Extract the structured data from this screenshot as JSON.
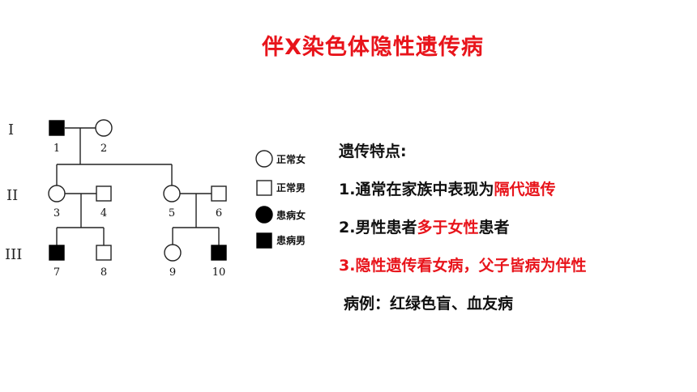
{
  "title": "伴X染色体隐性遗传病",
  "colors": {
    "accent_red": "#e8141b",
    "text": "#111111"
  },
  "pedigree": {
    "generations": [
      "I",
      "II",
      "III"
    ],
    "individuals": [
      {
        "id": "1",
        "sex": "male",
        "affected": true
      },
      {
        "id": "2",
        "sex": "female",
        "affected": false
      },
      {
        "id": "3",
        "sex": "female",
        "affected": false
      },
      {
        "id": "4",
        "sex": "male",
        "affected": false
      },
      {
        "id": "5",
        "sex": "female",
        "affected": false
      },
      {
        "id": "6",
        "sex": "male",
        "affected": false
      },
      {
        "id": "7",
        "sex": "male",
        "affected": true
      },
      {
        "id": "8",
        "sex": "male",
        "affected": false
      },
      {
        "id": "9",
        "sex": "female",
        "affected": false
      },
      {
        "id": "10",
        "sex": "male",
        "affected": true
      }
    ]
  },
  "legend": {
    "normal_female": "正常女",
    "normal_male": "正常男",
    "affected_female": "患病女",
    "affected_male": "患病男"
  },
  "notes": {
    "heading": "遗传特点:",
    "point1_prefix": "1.通常在家族中表现为",
    "point1_highlight": "隔代遗传",
    "point2_prefix": "2.男性患者",
    "point2_highlight": "多于女性",
    "point2_suffix": "患者",
    "point3_prefix": "3.",
    "point3_highlight": "隐性遗传看女病，父子皆病为伴性",
    "example": "病例：红绿色盲、血友病"
  }
}
